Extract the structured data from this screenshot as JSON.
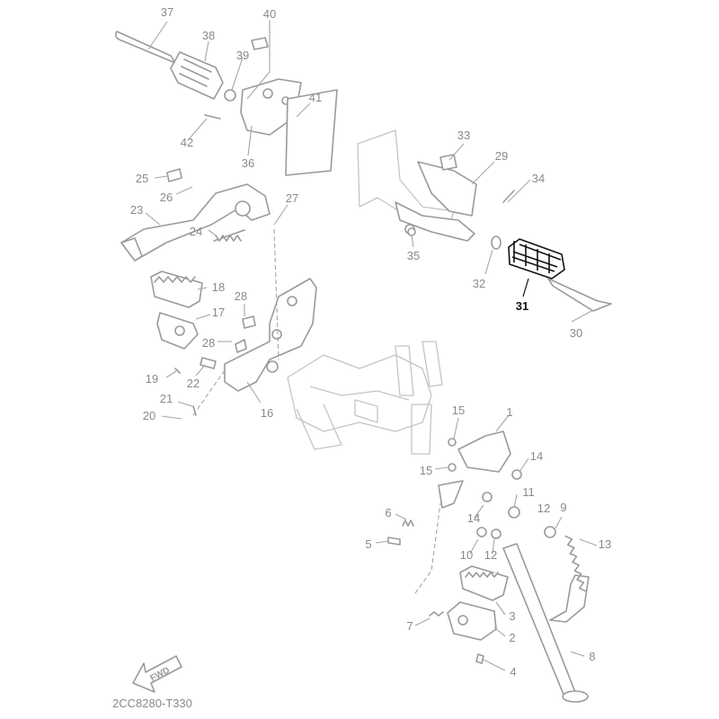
{
  "diagram": {
    "highlighted_part": "31",
    "callouts": [
      "37",
      "40",
      "38",
      "39",
      "41",
      "42",
      "36",
      "33",
      "29",
      "34",
      "25",
      "26",
      "27",
      "23",
      "24",
      "35",
      "32",
      "31",
      "30",
      "18",
      "28",
      "17",
      "28",
      "19",
      "22",
      "21",
      "20",
      "16",
      "15",
      "1",
      "14",
      "15",
      "11",
      "9",
      "12",
      "6",
      "14",
      "13",
      "5",
      "10",
      "12",
      "3",
      "7",
      "2",
      "8",
      "4"
    ],
    "fwd_label": "FWD",
    "drawing_code": "2CC8280-T330"
  }
}
